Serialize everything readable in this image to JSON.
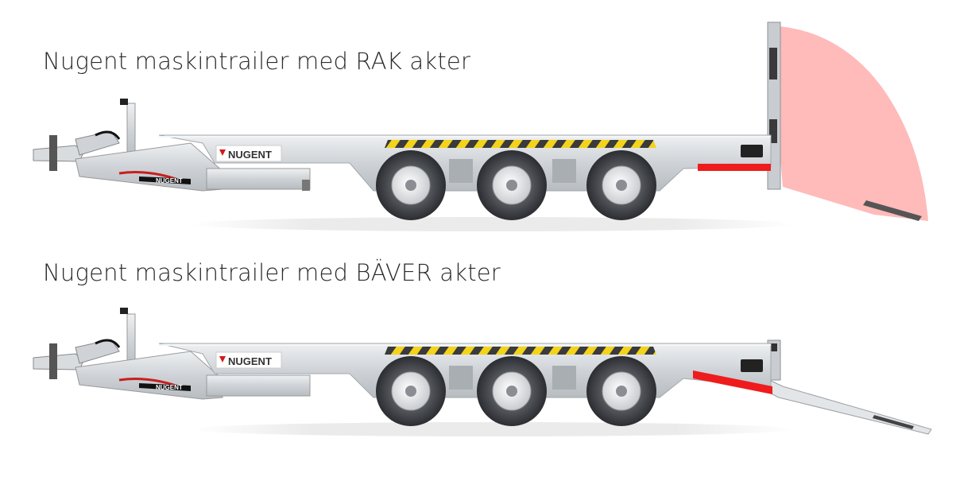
{
  "captions": {
    "top": "Nugent maskintrailer med RAK akter",
    "bottom": "Nugent maskintrailer med BÄVER akter"
  },
  "brand": {
    "logo_text": "NUGENT",
    "fender_logo_text": "NUGENT"
  },
  "colors": {
    "highlight_red": "#ee1c1c",
    "ramp_fill_pink": "#ffb3b3",
    "galvanized": "#d8dadd",
    "tyre": "#3a3c40",
    "hazard_yellow": "#f3d31b"
  }
}
